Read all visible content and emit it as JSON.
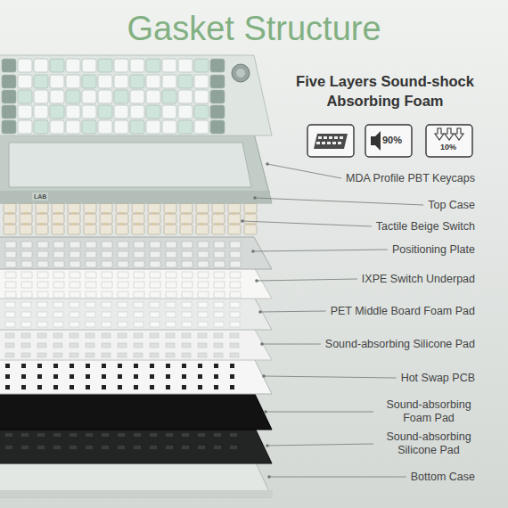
{
  "diagram": {
    "title": "Gasket Structure",
    "labels": [
      "Five Layers Sound-shock Absorbing Foam",
      "90%",
      "10%",
      "MDA Profile PBT Keycaps",
      "Top Case",
      "Tactile Beige Switch",
      "Positioning Plate",
      "IXPE Switch Underpad",
      "PET Middle Board Foam Pad",
      "Sound-absorbing Silicone Pad",
      "Hot Swap PCB",
      "Sound-absorbing Foam Pad",
      "Sound-absorbing Silicone Pad",
      "Bottom Case",
      "LAB"
    ]
  }
}
